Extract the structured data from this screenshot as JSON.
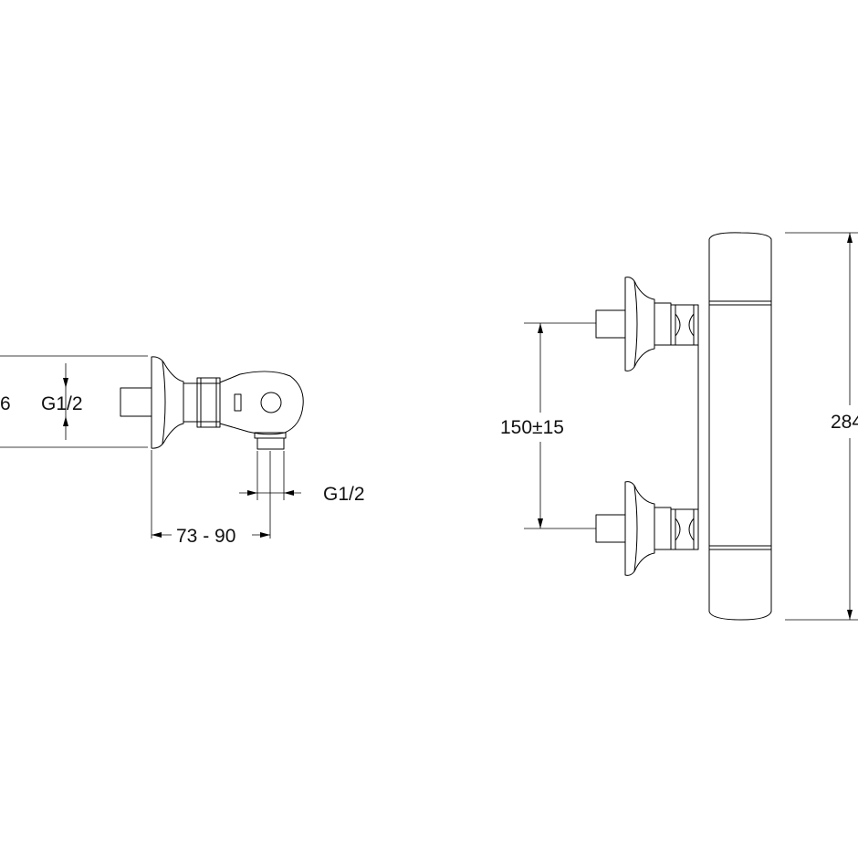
{
  "side_view": {
    "label_cut_left": "6",
    "label_inlet_thread": "G1/2",
    "label_outlet_thread": "G1/2",
    "label_depth": "73 - 90"
  },
  "front_view": {
    "label_spacing": "150±15",
    "label_height_cut": "284"
  },
  "colors": {
    "line": "#000000",
    "background": "#ffffff"
  }
}
